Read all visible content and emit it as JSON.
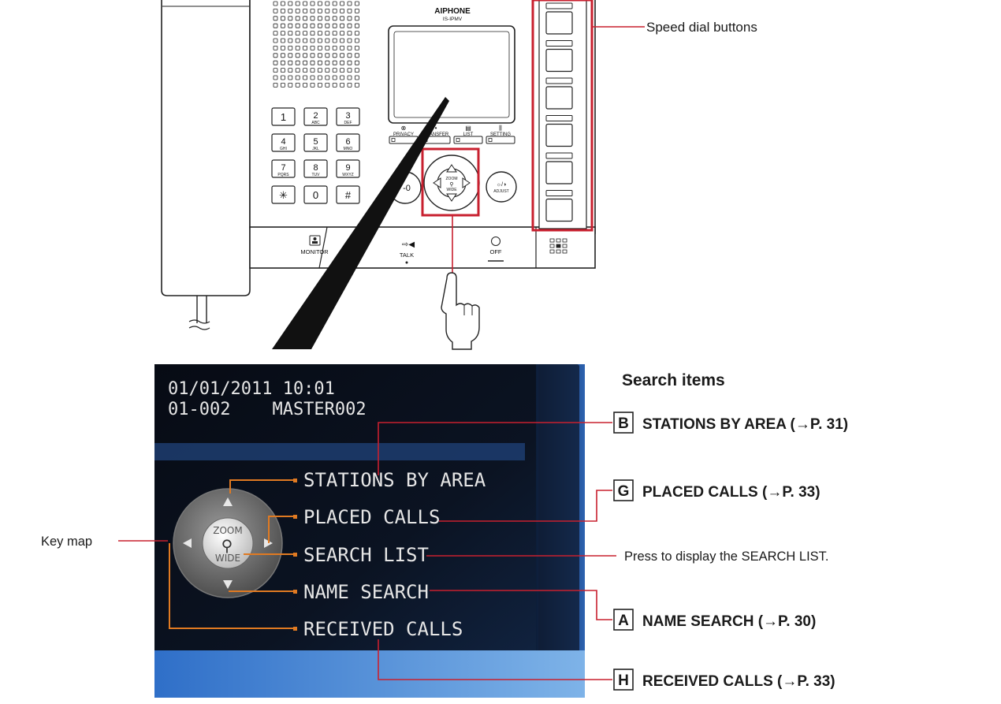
{
  "device": {
    "brand": "AIPHONE",
    "model": "IS-IPMV",
    "keypad": [
      {
        "digit": "1",
        "letters": ""
      },
      {
        "digit": "2",
        "letters": "ABC"
      },
      {
        "digit": "3",
        "letters": "DEF"
      },
      {
        "digit": "4",
        "letters": "GHI"
      },
      {
        "digit": "5",
        "letters": "JKL"
      },
      {
        "digit": "6",
        "letters": "MNO"
      },
      {
        "digit": "7",
        "letters": "PQRS"
      },
      {
        "digit": "8",
        "letters": "TUV"
      },
      {
        "digit": "9",
        "letters": "WXYZ"
      },
      {
        "digit": "✳",
        "letters": ""
      },
      {
        "digit": "0",
        "letters": ""
      },
      {
        "digit": "#",
        "letters": ""
      }
    ],
    "function_buttons": [
      "PRIVACY",
      "TRANSFER",
      "LIST",
      "SETTING"
    ],
    "dpad_center_top": "ZOOM",
    "dpad_center_bottom": "WIDE",
    "adjust_label": "ADJUST",
    "bottom_buttons": [
      "MONITOR",
      "TALK",
      "OFF"
    ]
  },
  "labels": {
    "speed_dial": "Speed dial buttons",
    "search_items_heading": "Search items",
    "key_map": "Key map",
    "search_list_note": "Press to display the SEARCH LIST."
  },
  "screen": {
    "datetime": "01/01/2011 10:01",
    "station": "01-002    MASTER002",
    "zoom": "ZOOM",
    "wide": "WIDE",
    "menu": [
      "STATIONS BY AREA",
      "PLACED CALLS",
      "SEARCH LIST",
      "NAME SEARCH",
      "RECEIVED CALLS"
    ]
  },
  "search_items": [
    {
      "letter": "B",
      "text": "STATIONS BY AREA (→P. 31)"
    },
    {
      "letter": "G",
      "text": "PLACED CALLS (→P. 33)"
    },
    {
      "letter": "A",
      "text": "NAME SEARCH (→P. 30)"
    },
    {
      "letter": "H",
      "text": "RECEIVED CALLS (→P. 33)"
    }
  ],
  "colors": {
    "highlight": "#c8202f",
    "connector": "#e07a22",
    "screen_bg": "#0c1422"
  }
}
